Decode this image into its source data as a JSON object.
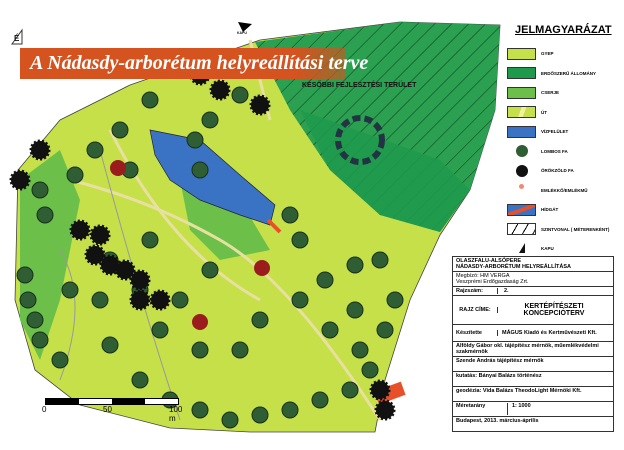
{
  "title": "A Nádasdy-arborétum helyreállítási terve",
  "north_label": "É",
  "map_labels": {
    "future_area": "KÉSŐBBI FEJLESZTÉSI TERÜLET",
    "gate": "KAPU"
  },
  "legend": {
    "title": "JELMAGYARÁZAT",
    "items": [
      {
        "label": "GYEP",
        "color": "#c6e04a"
      },
      {
        "label": "ERDŐSZERŰ ÁLLOMÁNY",
        "color": "#1f9a4c"
      },
      {
        "label": "CSERJE",
        "color": "#6cc04a"
      },
      {
        "label": "ÚT",
        "color": "#c6e04a"
      },
      {
        "label": "VÍZFELÜLET",
        "color": "#3a72c4"
      },
      {
        "label": "LOMBOS FA",
        "color": "#2f5e34"
      },
      {
        "label": "ÖRÖKZÖLD FA",
        "color": "#111111"
      },
      {
        "label": "EMLÉKKŐ/EMLÉKMŰ",
        "color": "#f08a78"
      },
      {
        "label": "HÍDGÁT",
        "color": "#e8502a"
      },
      {
        "label": "SZINTVONAL ( MÉTERENKÉNT)",
        "color": "#ffffff"
      },
      {
        "label": "KAPU",
        "color": "#111111"
      }
    ]
  },
  "title_block": {
    "project": "OLASZFALU-ALSÓPERE",
    "project2": "NÁDASDY-ARBORÉTUM HELYREÁLLÍTÁSA",
    "client": "Megbízó: HM VERGA",
    "client2": "Veszprémi Erdőgazdaság Zrt.",
    "drawing_no_label": "Rajzszám:",
    "drawing_no": "2.",
    "drawing_title_label": "RAJZ CÍME:",
    "drawing_title": "KERTÉPÍTÉSZETI KONCEPCIÓTERV",
    "made_by_label": "Készítette",
    "made_by": "MÁGUS Kiadó és Kertművészeti Kft.",
    "author1": "Alföldy Gábor okl. tájépítész mérnök, műemlékvédelmi szakmérnök",
    "author2": "Szende András tájépítész mérnök",
    "research": "kutatás: Bányai Balázs történész",
    "geodesy": "geodézia: Vida Balázs TheodoLight Mérnöki Kft.",
    "scale_label": "Méretarány",
    "scale": "1: 1000",
    "date": "Budapest, 2013. március-április"
  },
  "scale_bar": {
    "ticks": [
      "0",
      "50",
      "100 m"
    ]
  }
}
